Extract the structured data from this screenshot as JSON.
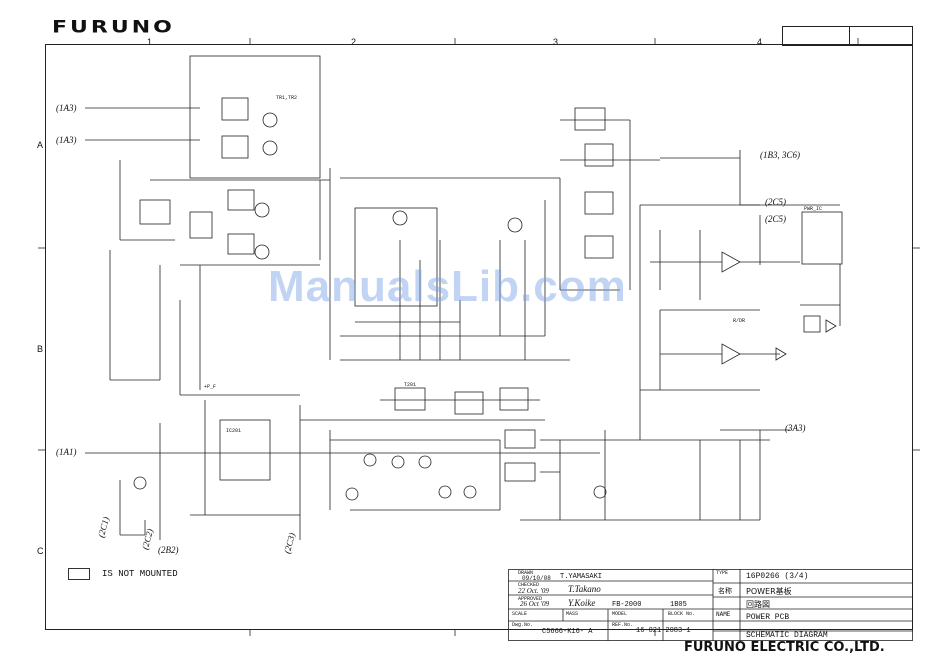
{
  "header": {
    "logo": "FURUNO",
    "columns": [
      "1",
      "2",
      "3",
      "4"
    ],
    "rows": [
      "A",
      "B",
      "C"
    ]
  },
  "watermark": "ManualsLib.com",
  "offsheet_refs": [
    "(1A3)",
    "(1A3)",
    "(1A1)",
    "(2C1)",
    "(2C2)",
    "(2B2)",
    "(2C3)",
    "(1B3, 3C6)",
    "(2C5)",
    "(2C5)",
    "(3A3)"
  ],
  "labels": {
    "tr_top": "TR1,TR2",
    "t201": "T201",
    "ic_main": "IC201",
    "pwr_ic": "PWR_IC",
    "pos_r": "R/DR",
    "ap": "+P_F"
  },
  "legend": {
    "not_mounted": "IS NOT MOUNTED"
  },
  "title_block": {
    "drawn_label": "DRAWN",
    "drawn_date": "09/10/08",
    "drawn_name": "T.YAMASAKI",
    "checked_label": "CHECKED",
    "checked_value": "22 Oct. '09",
    "checked_sig": "T.Takano",
    "approved_label": "APPROVED",
    "approved_value": "26 Oct '09",
    "approved_sig": "Y.Koike",
    "scale_label": "SCALE",
    "mass_label": "MASS",
    "model_label": "MODEL",
    "model_value": "FB-2000",
    "block_label": "BLOCK No.",
    "block_value": "1B05",
    "dwg_label": "Dwg.No.",
    "dwg_value": "C5666-K16- A",
    "ref_label": "REF.No.",
    "ref_value": "16-021-2083-1",
    "type_label": "TYPE",
    "type_value": "16P0266 (3/4)",
    "name_jp_label": "名称",
    "name_jp_value": "POWER基板",
    "name_jp2_value": "回路図",
    "name_label": "NAME",
    "name_value": "POWER PCB",
    "name_value2": "SCHEMATIC DIAGRAM",
    "company": "FURUNO ELECTRIC CO.,LTD."
  }
}
